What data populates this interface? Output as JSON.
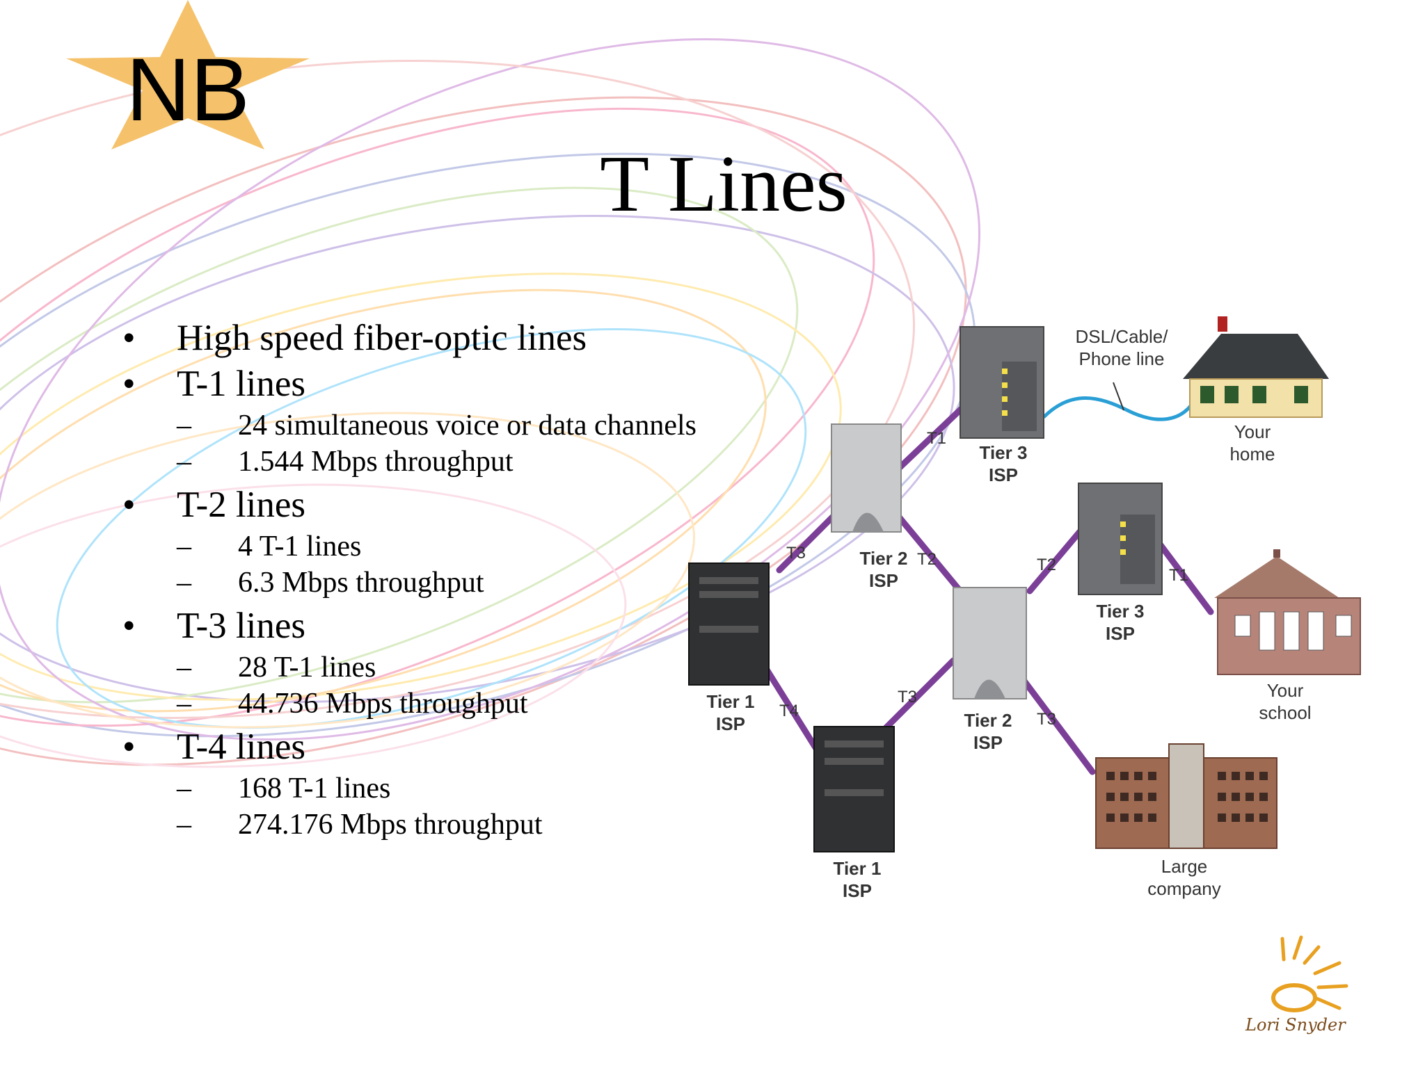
{
  "badge": {
    "text": "NB",
    "star_color": "#f5c26b"
  },
  "title": "T Lines",
  "bullets": [
    {
      "text": "High speed fiber-optic lines",
      "subs": []
    },
    {
      "text": "T-1 lines",
      "subs": [
        "24 simultaneous voice or data channels",
        "1.544 Mbps throughput"
      ]
    },
    {
      "text": "T-2 lines",
      "subs": [
        "4 T-1 lines",
        "6.3 Mbps throughput"
      ]
    },
    {
      "text": "T-3 lines",
      "subs": [
        "28 T-1 lines",
        "44.736 Mbps throughput"
      ]
    },
    {
      "text": "T-4 lines",
      "subs": [
        "168 T-1 lines",
        "274.176 Mbps throughput"
      ]
    }
  ],
  "diagram": {
    "link_color": "#7b3f98",
    "dsl_color": "#2a9fd6",
    "nodes": {
      "tier3_top": [
        "Tier 3",
        "ISP"
      ],
      "tier2_top": [
        "Tier 2",
        "ISP"
      ],
      "tier1_left": [
        "Tier 1",
        "ISP"
      ],
      "tier2_mid": [
        "Tier 2",
        "ISP"
      ],
      "tier3_right": [
        "Tier 3",
        "ISP"
      ],
      "tier1_bottom": [
        "Tier 1",
        "ISP"
      ]
    },
    "destinations": {
      "home": [
        "Your",
        "home"
      ],
      "school": [
        "Your",
        "school"
      ],
      "company": [
        "Large",
        "company"
      ]
    },
    "dsl_label": [
      "DSL/Cable/",
      "Phone line"
    ],
    "links": {
      "t1_top": "T1",
      "t3_left": "T3",
      "t2_top": "T2",
      "t2_right": "T2",
      "t1_school": "T1",
      "t4": "T4",
      "t3_mid": "T3",
      "t3_company": "T3"
    }
  },
  "logo": {
    "signature": "Lori Snyder",
    "color": "#e8a020"
  }
}
